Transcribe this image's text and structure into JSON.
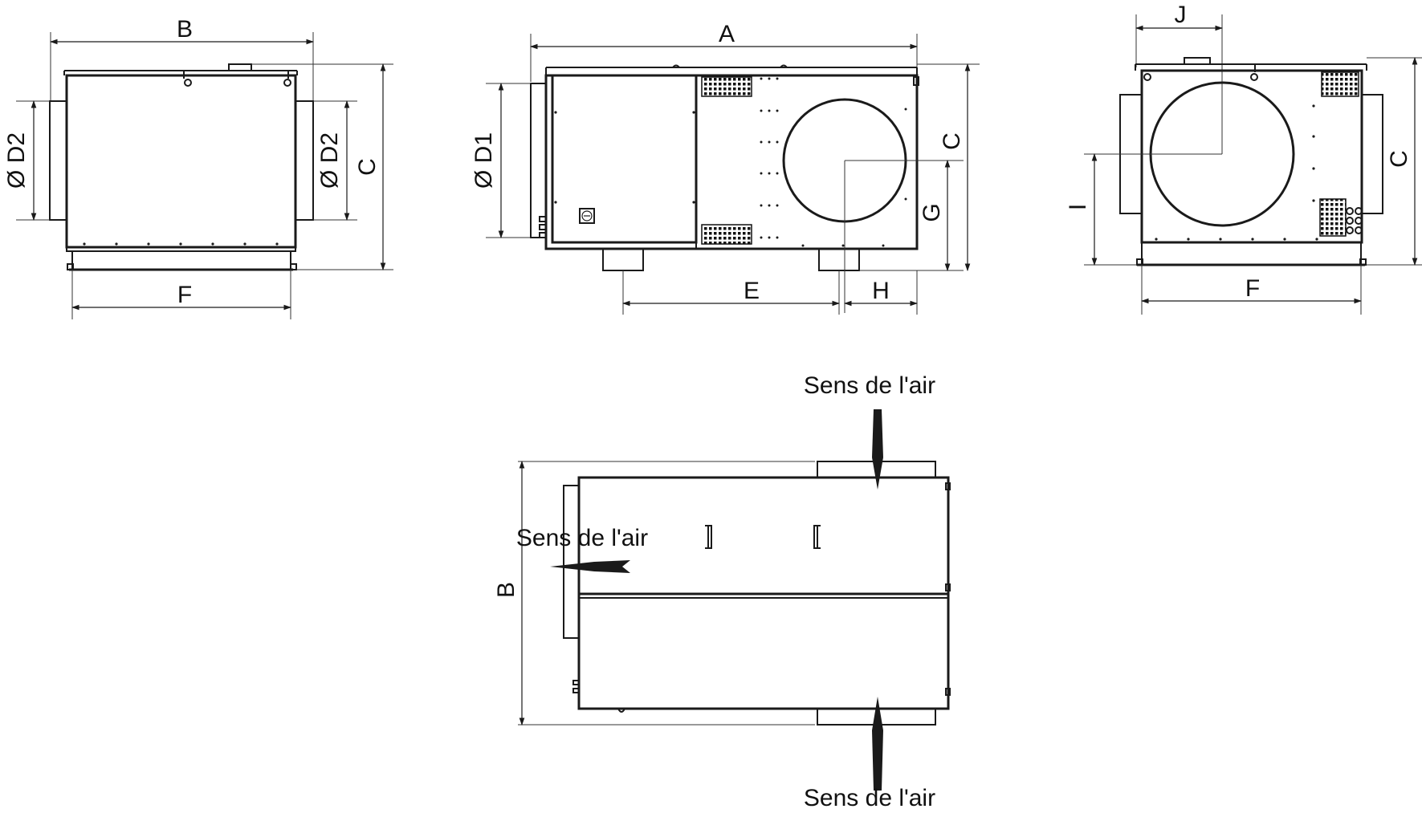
{
  "dimensions": {
    "A": "A",
    "B": "B",
    "C": "C",
    "D1": "Ø D1",
    "D2": "Ø D2",
    "E": "E",
    "F": "F",
    "G": "G",
    "H": "H",
    "I": "I",
    "J": "J"
  },
  "airflow_label": "Sens de l'air"
}
